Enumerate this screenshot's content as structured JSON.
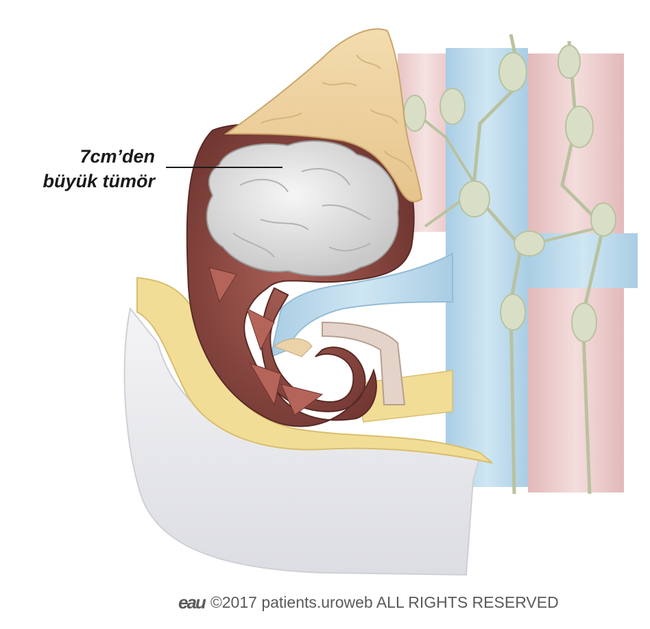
{
  "annotation": {
    "line1": "7cm’den",
    "line2": "büyük tümör"
  },
  "footer": {
    "logo_text": "eau",
    "copyright": "©2017 patients.uroweb ALL RIGHTS RESERVED"
  },
  "colors": {
    "background": "#ffffff",
    "vein_blue": "#b9d9ec",
    "artery_pink": "#ecc9c9",
    "lymph_green": "#d8dfc6",
    "adrenal_tan": "#efd2a2",
    "fat_yellow": "#f2dd96",
    "kidney_brown": "#8e4b43",
    "tumor_gray": "#e4e4e4",
    "peritoneum_gray": "#e8e8ec"
  }
}
